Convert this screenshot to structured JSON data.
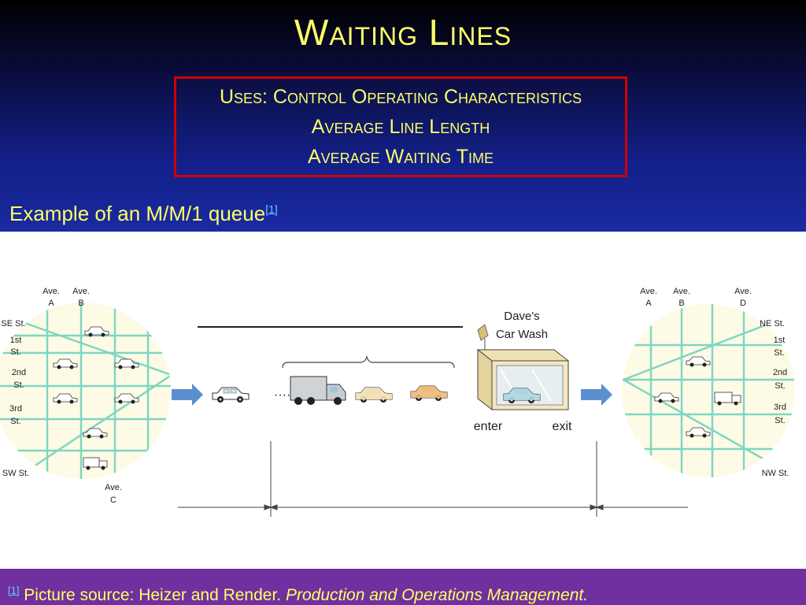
{
  "slide": {
    "title": "Waiting Lines",
    "uses_box": {
      "line1": "Uses: Control Operating Characteristics",
      "line2": "Average Line Length",
      "line3": "Average Waiting Time"
    },
    "example": {
      "text": "Example of an M/M/1 queue",
      "ref": "[1]"
    }
  },
  "diagram": {
    "left_map": {
      "aves": [
        "Ave.",
        "Ave."
      ],
      "ave_letters": [
        "A",
        "B"
      ],
      "ave_c": [
        "Ave.",
        "C"
      ],
      "streets": [
        "SE St.",
        "1st",
        "St.",
        "2nd",
        "St.",
        "3rd",
        "St.",
        "SW St."
      ]
    },
    "right_map": {
      "aves": [
        "Ave.",
        "Ave.",
        "Ave."
      ],
      "ave_letters": [
        "A",
        "B",
        "D"
      ],
      "streets": [
        "NE St.",
        "1st",
        "St.",
        "2nd",
        "St.",
        "3rd",
        "St.",
        "NW St."
      ]
    },
    "car_wash": {
      "name_line1": "Dave's",
      "name_line2": "Car Wash",
      "enter": "enter",
      "exit": "exit"
    },
    "ellipsis": "····",
    "colors": {
      "road": "#7fd6c3",
      "arrow": "#5b8fd0",
      "map_bg": "#fdfbe6"
    }
  },
  "footer": {
    "ref": "[1]",
    "text": " Picture source:  Heizer and Render. ",
    "italic": "Production and Operations Management."
  }
}
